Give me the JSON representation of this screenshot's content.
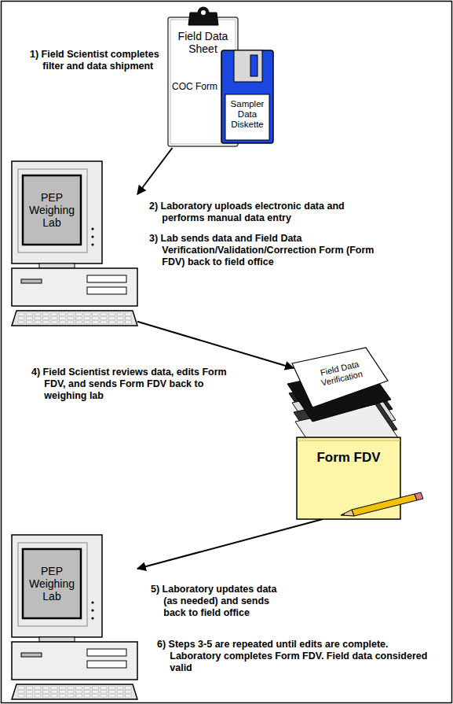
{
  "diagram": {
    "nodes": [
      {
        "text": [
          "Field Data Sheet",
          "COC Form"
        ]
      },
      {
        "text": [
          "Sampler Data Diskette"
        ]
      },
      {
        "text": [
          "PEP Weighing Lab"
        ]
      },
      {
        "text": [
          "Field Data Verification"
        ]
      },
      {
        "text": [
          "Form FDV"
        ]
      },
      {
        "text": [
          "PEP Weighing Lab"
        ]
      }
    ],
    "edges": [
      {
        "from": 0,
        "to": 2,
        "arrow": "to"
      },
      {
        "from": 2,
        "to": 3,
        "arrow": "to"
      },
      {
        "from": 4,
        "to": 5,
        "arrow": "to"
      }
    ],
    "labels": [
      "1) Field Scientist completes filter and data shipment",
      "2) Laboratory uploads electronic data and performs manual data entry",
      "3) Lab sends data and Field Data Verification/Validation/Correction Form (Form FDV) back to field office",
      "4) Field Scientist reviews data, edits Form FDV, and sends Form FDV back to weighing lab",
      "5) Laboratory updates data (as needed) and sends back to field office",
      "6) Steps 3-5 are repeated until edits are complete. Laboratory completes Form FDV. Field data considered valid"
    ]
  }
}
